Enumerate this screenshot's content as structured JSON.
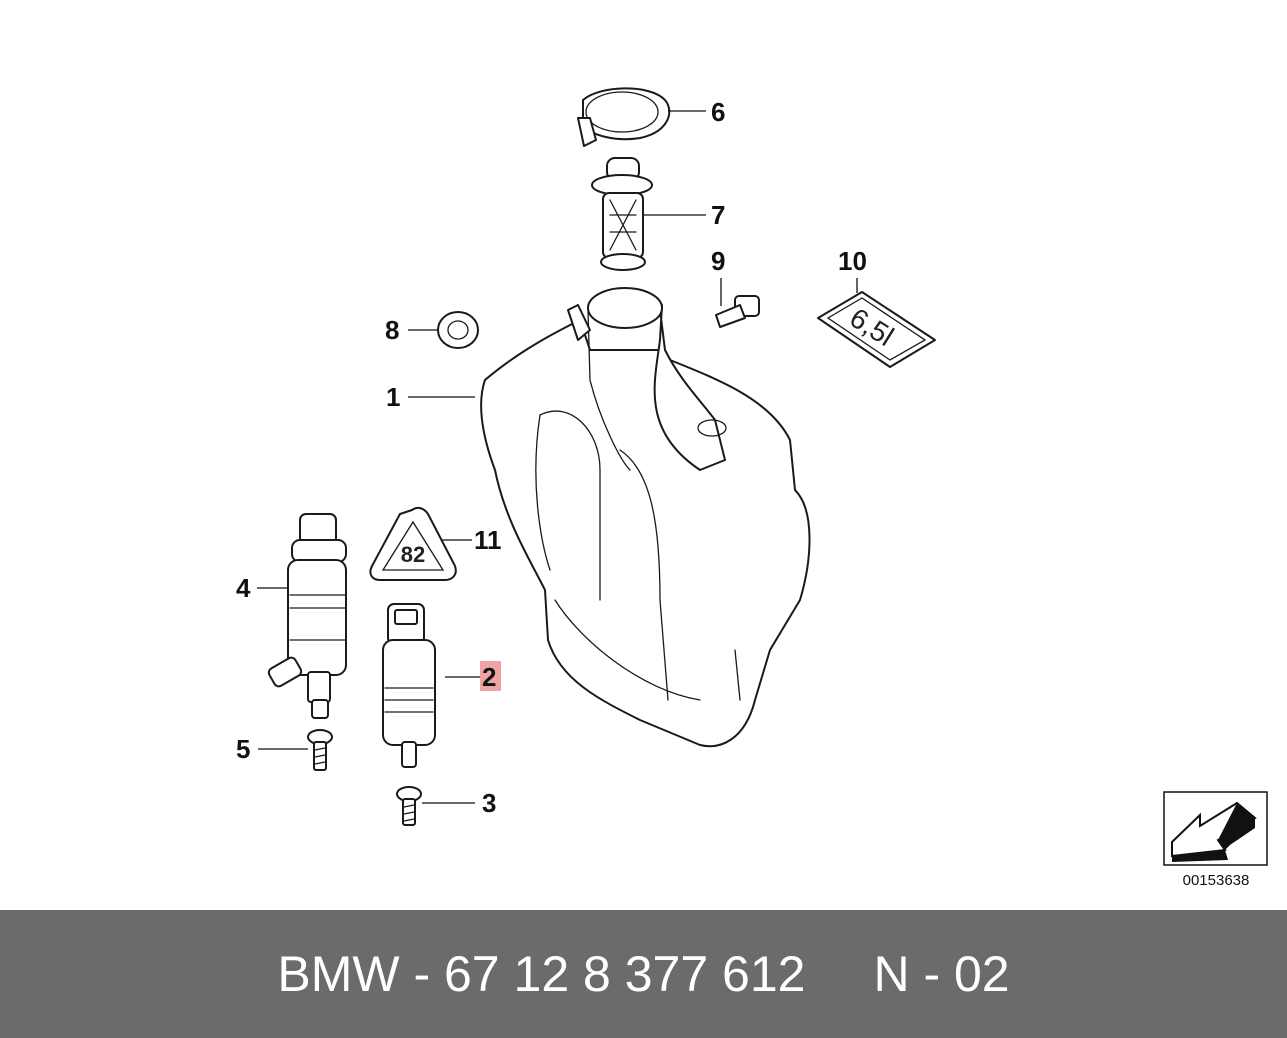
{
  "diagram": {
    "callouts": {
      "c1": "1",
      "c2": "2",
      "c3": "3",
      "c4": "4",
      "c5": "5",
      "c6": "6",
      "c7": "7",
      "c8": "8",
      "c9": "9",
      "c10": "10",
      "c11": "11"
    },
    "highlighted_callout": "2",
    "capacity_label": "6,5l",
    "warning_label_text": "82",
    "reference_number": "00153638"
  },
  "footer": {
    "part_text": "BMW - 67 12 8 377 612",
    "page_text": "N - 02"
  },
  "colors": {
    "footer_background": "#6b6b6b",
    "highlight": "#f0a3a3",
    "line": "#1a1a1a"
  }
}
